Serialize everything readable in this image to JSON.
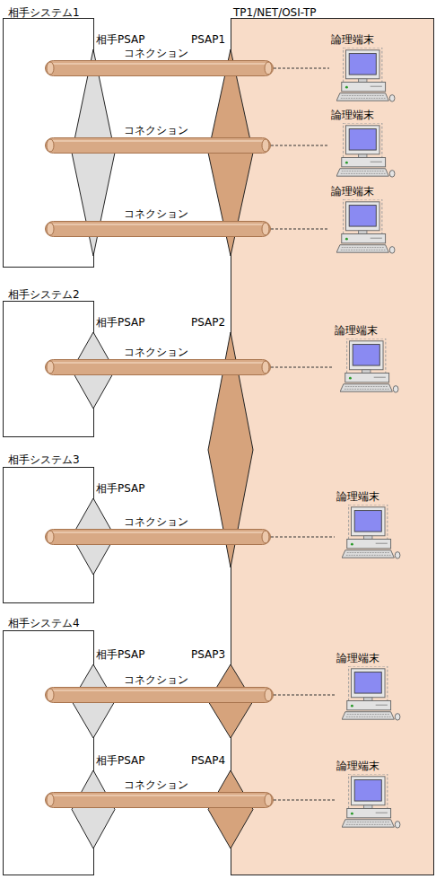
{
  "diagram": {
    "nodes": [
      {
        "text": [
          "相手システム1"
        ]
      },
      {
        "text": [
          "TP1/NET/OSI-TP"
        ]
      },
      {
        "text": [
          "相手PSAP"
        ]
      },
      {
        "text": [
          "PSAP1"
        ]
      },
      {
        "text": [
          "コネクション"
        ]
      },
      {
        "text": [
          "論理端末"
        ],
        "in": 1
      },
      {
        "text": [
          "コネクション"
        ]
      },
      {
        "text": [
          "論理端末"
        ],
        "in": 1
      },
      {
        "text": [
          "コネクション"
        ]
      },
      {
        "text": [
          "論理端末"
        ],
        "in": 1
      },
      {
        "text": [
          "相手システム2"
        ]
      },
      {
        "text": [
          "相手PSAP"
        ]
      },
      {
        "text": [
          "PSAP2"
        ]
      },
      {
        "text": [
          "コネクション"
        ]
      },
      {
        "text": [
          "論理端末"
        ],
        "in": 1
      },
      {
        "text": [
          "相手システム3"
        ]
      },
      {
        "text": [
          "相手PSAP"
        ]
      },
      {
        "text": [
          "コネクション"
        ]
      },
      {
        "text": [
          "論理端末"
        ],
        "in": 1
      },
      {
        "text": [
          "相手システム4"
        ]
      },
      {
        "text": [
          "相手PSAP"
        ]
      },
      {
        "text": [
          "PSAP3"
        ]
      },
      {
        "text": [
          "コネクション"
        ]
      },
      {
        "text": [
          "論理端末"
        ],
        "in": 1
      },
      {
        "text": [
          "相手PSAP"
        ]
      },
      {
        "text": [
          "PSAP4"
        ]
      },
      {
        "text": [
          "コネクション"
        ]
      },
      {
        "text": [
          "論理端末"
        ],
        "in": 1
      }
    ],
    "edges": [
      {
        "from": 4,
        "to": 5,
        "arrow": "none"
      },
      {
        "from": 6,
        "to": 7,
        "arrow": "none"
      },
      {
        "from": 8,
        "to": 9,
        "arrow": "none"
      },
      {
        "from": 13,
        "to": 14,
        "arrow": "none"
      },
      {
        "from": 17,
        "to": 18,
        "arrow": "none"
      },
      {
        "from": 22,
        "to": 23,
        "arrow": "none"
      },
      {
        "from": 26,
        "to": 27,
        "arrow": "none"
      }
    ]
  }
}
